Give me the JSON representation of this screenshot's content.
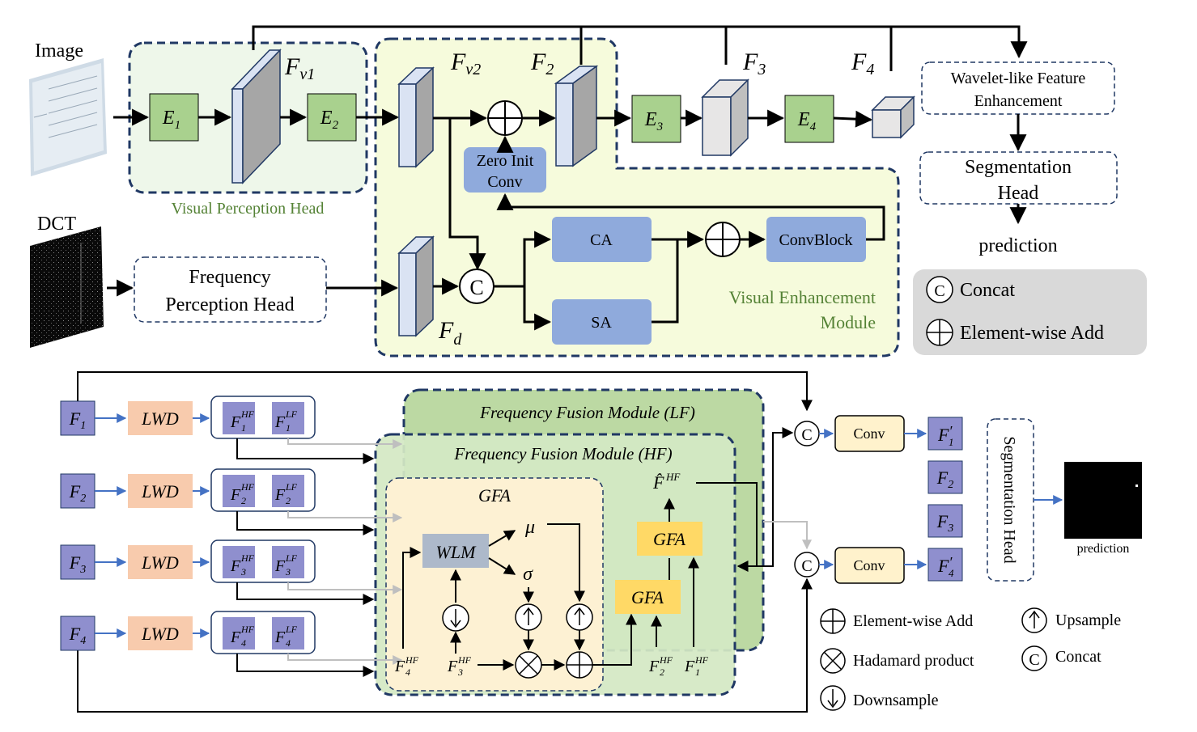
{
  "top": {
    "image_label": "Image",
    "dct_label": "DCT",
    "e1": "E",
    "e1_sub": "1",
    "e2": "E",
    "e2_sub": "2",
    "e3": "E",
    "e3_sub": "3",
    "e4": "E",
    "e4_sub": "4",
    "fv1": "F",
    "fv1_sub": "v1",
    "fv2": "F",
    "fv2_sub": "v2",
    "f2": "F",
    "f2_sub": "2",
    "f3": "F",
    "f3_sub": "3",
    "f4": "F",
    "f4_sub": "4",
    "fd": "F",
    "fd_sub": "d",
    "visual_perception_head": "Visual Perception Head",
    "frequency_perception_head_line1": "Frequency",
    "frequency_perception_head_line2": "Perception Head",
    "zero_init_line1": "Zero Init",
    "zero_init_line2": "Conv",
    "ca": "CA",
    "sa": "SA",
    "convblock": "ConvBlock",
    "concat_symbol": "C",
    "vem_line1": "Visual Enhancement",
    "vem_line2": "Module",
    "wavelet_line1": "Wavelet-like Feature",
    "wavelet_line2": "Enhancement",
    "seg_head_line1": "Segmentation",
    "seg_head_line2": "Head",
    "prediction": "prediction",
    "legend_concat": "Concat",
    "legend_add": "Element-wise Add"
  },
  "bottom": {
    "f_inputs": [
      {
        "main": "F",
        "sub": "1"
      },
      {
        "main": "F",
        "sub": "2"
      },
      {
        "main": "F",
        "sub": "3"
      },
      {
        "main": "F",
        "sub": "4"
      }
    ],
    "lwd": "LWD",
    "hf_sup": "HF",
    "lf_sup": "LF",
    "ffm_lf": "Frequency Fusion Module (LF)",
    "ffm_hf": "Frequency Fusion Module (HF)",
    "gfa_title": "GFA",
    "wlm": "WLM",
    "mu": "μ",
    "sigma": "σ",
    "gfa": "GFA",
    "fhat": "F̂",
    "conv": "Conv",
    "out_f1": {
      "main": "F",
      "sub": "1",
      "prime": "′"
    },
    "out_f2": {
      "main": "F",
      "sub": "2"
    },
    "out_f3": {
      "main": "F",
      "sub": "3"
    },
    "out_f4": {
      "main": "F",
      "sub": "4",
      "prime": "′"
    },
    "seg_head": "Segmentation  Head",
    "prediction": "prediction",
    "legend": {
      "add": "Element-wise Add",
      "hadamard": "Hadamard product",
      "down": "Downsample",
      "up": "Upsample",
      "concat": "Concat"
    }
  },
  "colors": {
    "green_box": "#a9d18e",
    "blue_box": "#8faadc",
    "orange_box": "#f4b183",
    "yellow_box": "#ffd966",
    "vph_bg": "#eef7ea",
    "vem_bg": "#f6fbdc",
    "ffm_lf_bg": "#bcd9a3",
    "ffm_hf_bg": "#d4e8c4",
    "gfa_bg": "#fdf1d3",
    "dashed_border": "#203864"
  }
}
